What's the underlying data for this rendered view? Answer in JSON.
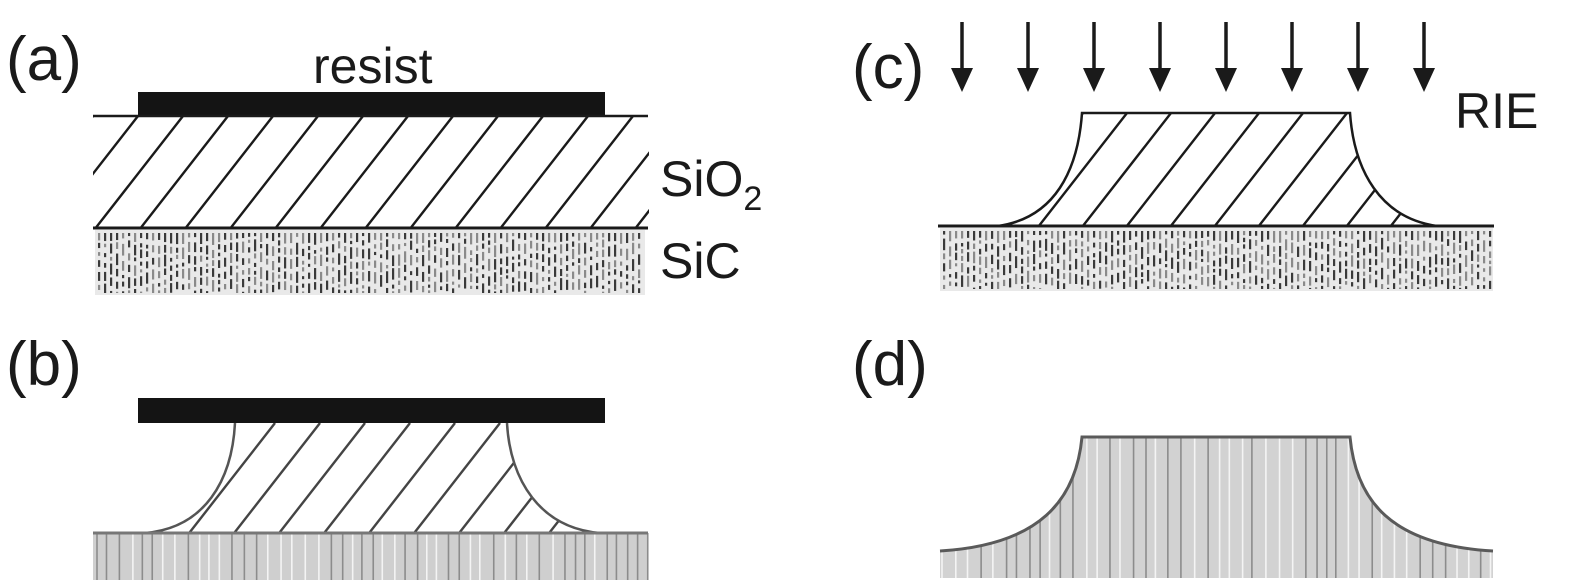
{
  "figure": {
    "description": "SiC etch process schematic: resist-masked SiO2 on SiC, wet etch undercut, then RIE pattern transfer",
    "panels": [
      {
        "id": "a",
        "label": "(a)",
        "step": "resist patterned on SiO2 over SiC"
      },
      {
        "id": "b",
        "label": "(b)",
        "step": "isotropic SiO2 etch under resist"
      },
      {
        "id": "c",
        "label": "(c)",
        "step": "RIE with SiO2 mask"
      },
      {
        "id": "d",
        "label": "(d)",
        "step": "SiC mesa with tapered sidewalls"
      }
    ],
    "materials": {
      "resist": "resist",
      "sio2_main": "SiO",
      "sio2_sub": "2",
      "sic": "SiC"
    },
    "rie_label": "RIE",
    "rie_arrow_count": 8,
    "colors": {
      "ink": "#1a1a1a",
      "resist": "#141414",
      "outline_gray": "#5a5a5a",
      "sic_fill": "#d4d4d4",
      "sic_fill_light": "#e6e6e6"
    }
  }
}
